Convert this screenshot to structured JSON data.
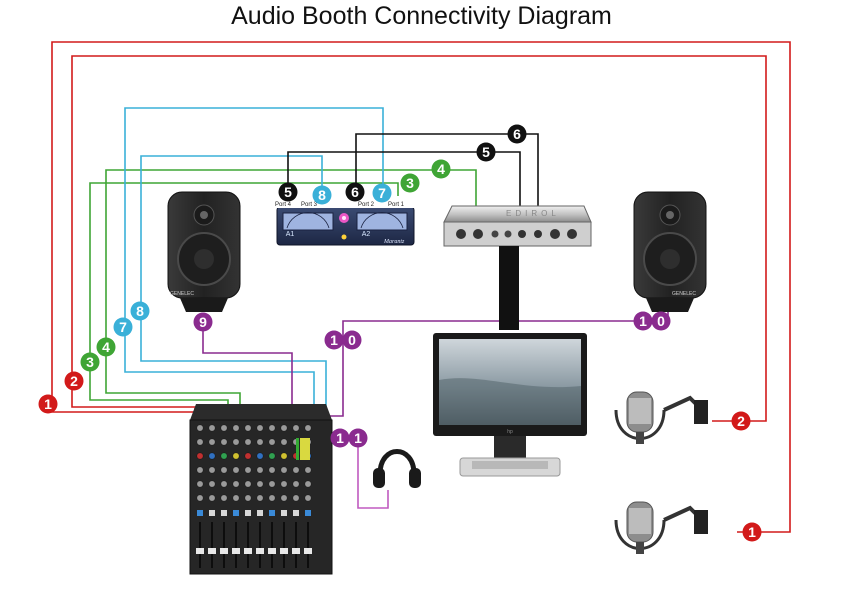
{
  "title": "Audio Booth Connectivity Diagram",
  "colors": {
    "red": "#d21a1a",
    "green": "#3fa535",
    "cyan": "#3ab0d8",
    "black": "#111111",
    "purple": "#8a2b8f",
    "pink": "#c05ac0"
  },
  "switcher": {
    "ports": [
      "Port 4",
      "Port 3",
      "Port 2",
      "Port 1"
    ],
    "channels": [
      "A1",
      "A2"
    ],
    "brand_icon": "switcher-logo"
  },
  "connections": [
    {
      "id": "1",
      "color": "red",
      "from": "microphone-bottom",
      "to": "mixer"
    },
    {
      "id": "2",
      "color": "red",
      "from": "microphone-top",
      "to": "mixer"
    },
    {
      "id": "3",
      "color": "green",
      "from": "switcher-port-1",
      "to": "mixer"
    },
    {
      "id": "4",
      "color": "green",
      "from": "audio-interface",
      "to": "mixer"
    },
    {
      "id": "5",
      "color": "black",
      "from": "switcher-port-4",
      "to": "audio-interface"
    },
    {
      "id": "6",
      "color": "black",
      "from": "switcher-port-2",
      "to": "audio-interface"
    },
    {
      "id": "7",
      "color": "cyan",
      "from": "switcher-port-1",
      "to": "mixer"
    },
    {
      "id": "8",
      "color": "cyan",
      "from": "switcher-port-3",
      "to": "mixer"
    },
    {
      "id": "9",
      "color": "purple",
      "from": "speaker-left",
      "to": "mixer"
    },
    {
      "id": "10",
      "color": "purple",
      "from": "speaker-right",
      "to": "mixer"
    },
    {
      "id": "11",
      "color": "pink",
      "from": "headphones",
      "to": "mixer"
    }
  ],
  "labels": {
    "l1_left": "1",
    "l1_right": "1",
    "l2_left": "2",
    "l2_right": "2",
    "l3_left": "3",
    "l3_top": "3",
    "l4_left": "4",
    "l4_top": "4",
    "l5_sw": "5",
    "l5_top": "5",
    "l6_sw": "6",
    "l6_top": "6",
    "l7_left": "7",
    "l7_sw": "7",
    "l8_left": "8",
    "l8_sw": "8",
    "l9": "9",
    "l10_left": "10",
    "l10_right": "10",
    "l11": "11"
  },
  "devices": {
    "speaker_left": "studio-monitor-speaker",
    "speaker_right": "studio-monitor-speaker",
    "mixer": "mixing-console",
    "monitor": "computer-monitor",
    "headphones": "headphones-icon",
    "mic_top": "condenser-microphone",
    "mic_bottom": "condenser-microphone",
    "interface": "audio-interface"
  }
}
